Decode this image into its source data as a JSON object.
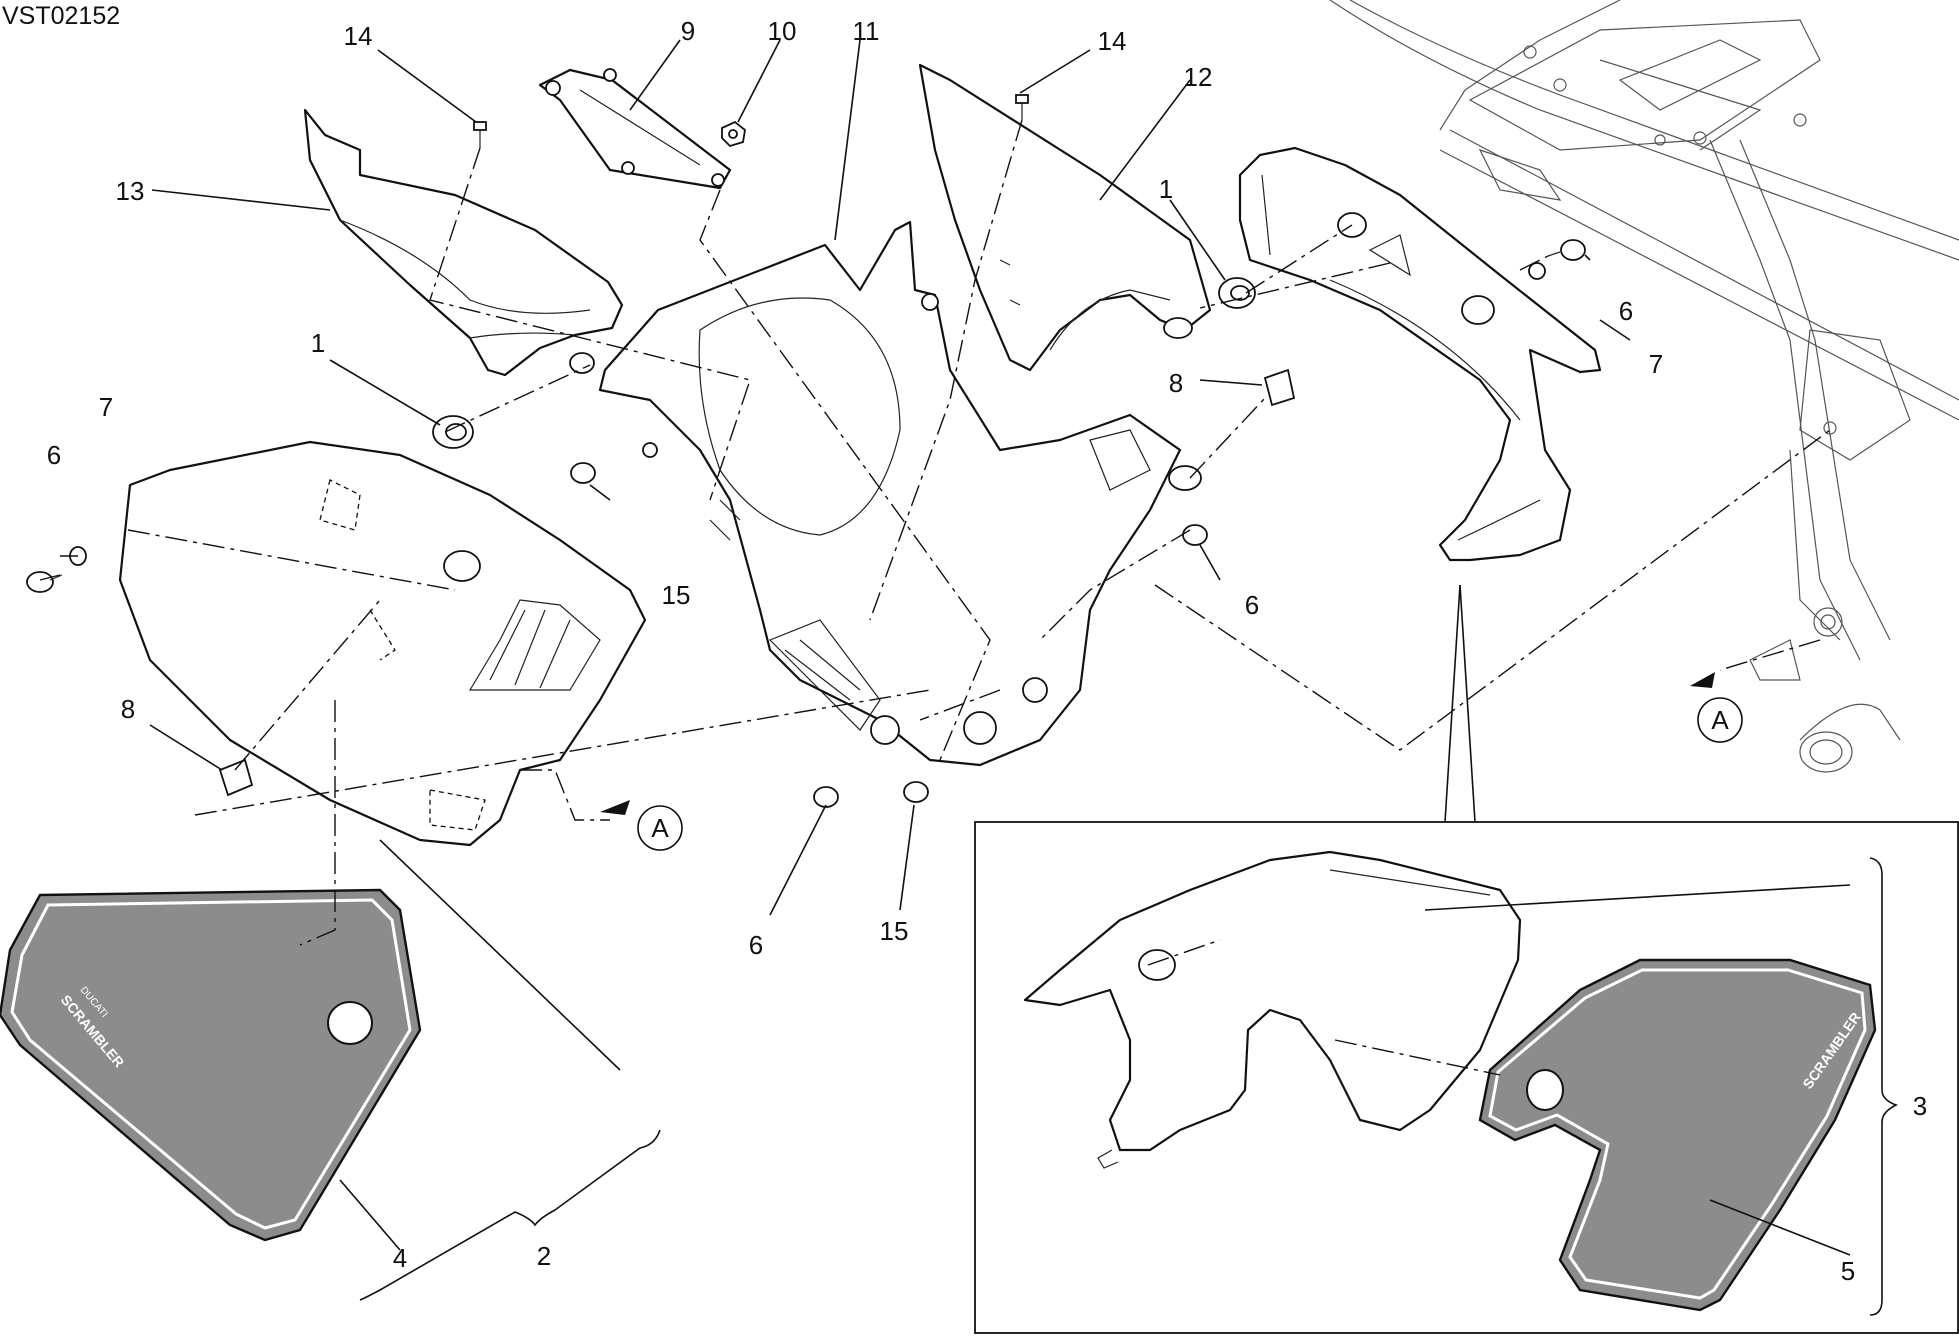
{
  "drawing_code": "VST02152",
  "callouts": {
    "c1a": "1",
    "c1b": "1",
    "c2": "2",
    "c3": "3",
    "c4": "4",
    "c5": "5",
    "c6a": "6",
    "c6b": "6",
    "c6c": "6",
    "c6d": "6",
    "c7a": "7",
    "c7b": "7",
    "c8a": "8",
    "c8b": "8",
    "c9": "9",
    "c10": "10",
    "c11": "11",
    "c12": "12",
    "c13": "13",
    "c14a": "14",
    "c14b": "14",
    "c15a": "15",
    "c15b": "15"
  },
  "view_markers": {
    "left": "A",
    "right": "A"
  },
  "decal_text": {
    "brand": "SCRAMBLER",
    "sub": "DUCATI"
  }
}
